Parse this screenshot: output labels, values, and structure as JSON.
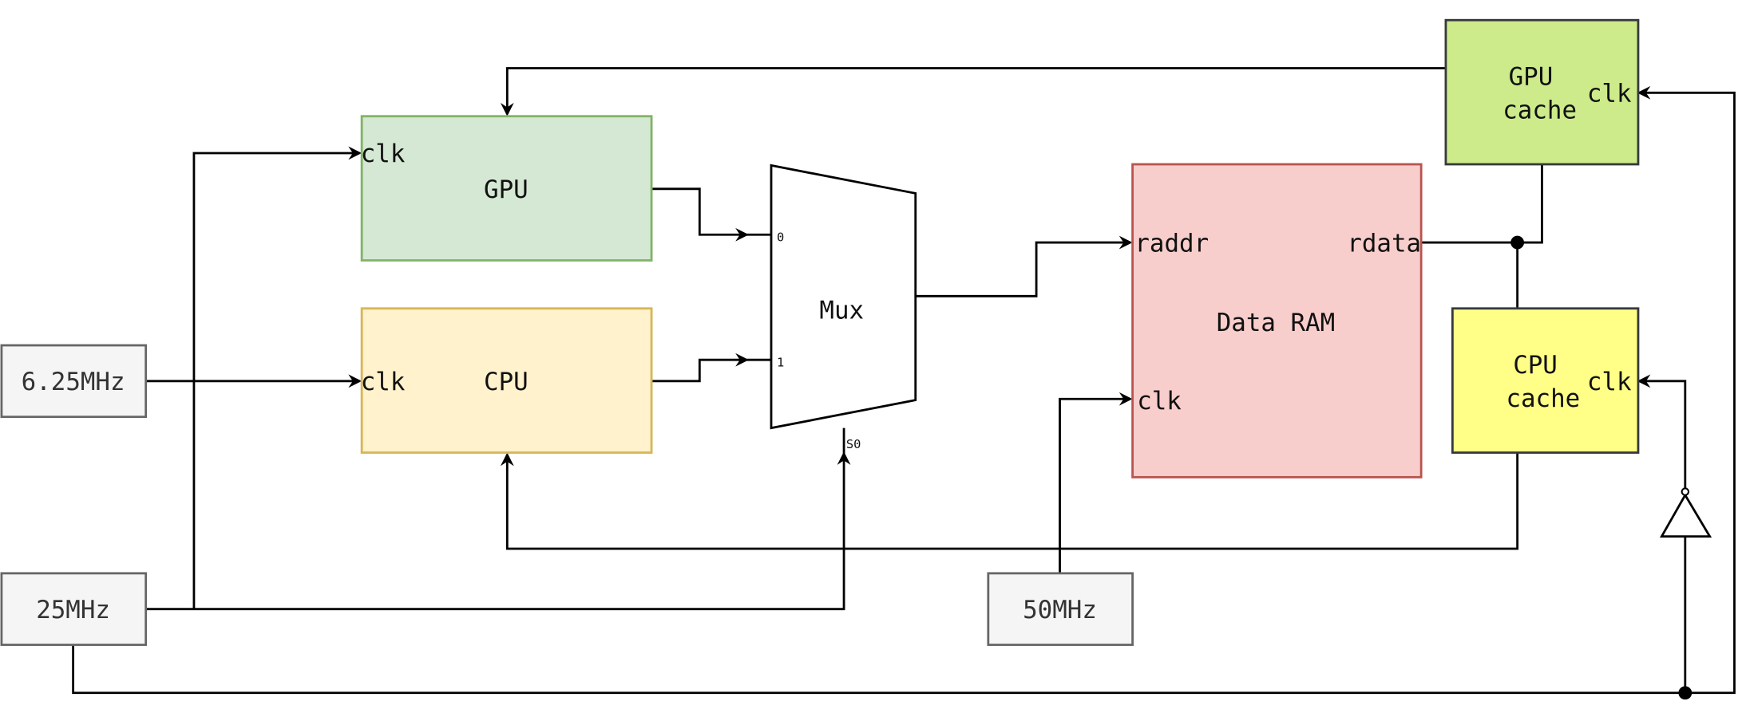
{
  "blocks": {
    "gpu": {
      "label": "GPU",
      "clk": "clk",
      "fill": "#d5e8d4",
      "stroke": "#82b366"
    },
    "cpu": {
      "label": "CPU",
      "clk": "clk",
      "fill": "#fff2cc",
      "stroke": "#d6b656"
    },
    "mux": {
      "label": "Mux",
      "in0": "0",
      "in1": "1",
      "sel": "S0"
    },
    "ram": {
      "label": "Data RAM",
      "raddr": "raddr",
      "rdata": "rdata",
      "clk": "clk",
      "fill": "#f8cecc",
      "stroke": "#b85450"
    },
    "gpu_cache": {
      "line1": "GPU",
      "line2": "cache",
      "clk": "clk",
      "fill": "#cdeb8b",
      "stroke": "#36393d"
    },
    "cpu_cache": {
      "line1": "CPU",
      "line2": "cache",
      "clk": "clk",
      "fill": "#ffff88",
      "stroke": "#36393d"
    }
  },
  "clocks": {
    "c625": "6.25MHz",
    "c25": "25MHz",
    "c50": "50MHz",
    "fill": "#f5f5f5",
    "stroke": "#666666"
  }
}
